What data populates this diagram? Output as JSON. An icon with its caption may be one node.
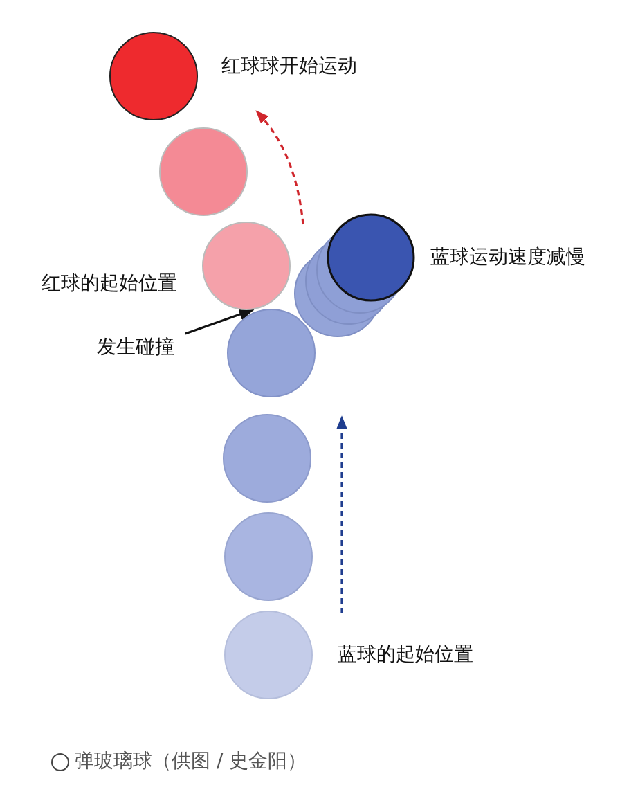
{
  "diagram": {
    "caption": "弹玻璃球（供图 / 史金阳）",
    "nodes": [
      {
        "text": [],
        "shape": "circle",
        "beside": [
          "红球球开始运动"
        ]
      },
      {
        "text": [],
        "shape": "circle"
      },
      {
        "text": [],
        "shape": "circle",
        "beside": [
          "红球的起始位置"
        ]
      },
      {
        "text": [],
        "shape": "circle",
        "beside": [
          "蓝球运动速度减慢"
        ]
      },
      {
        "text": [
          "发生碰撞"
        ]
      },
      {
        "text": [],
        "shape": "circle"
      },
      {
        "text": [],
        "shape": "circle"
      },
      {
        "text": [],
        "shape": "circle"
      },
      {
        "text": [],
        "shape": "circle",
        "beside": [
          "蓝球的起始位置"
        ]
      }
    ],
    "edges": [
      {
        "from": 4,
        "to": 2,
        "arrow": "to"
      }
    ]
  }
}
